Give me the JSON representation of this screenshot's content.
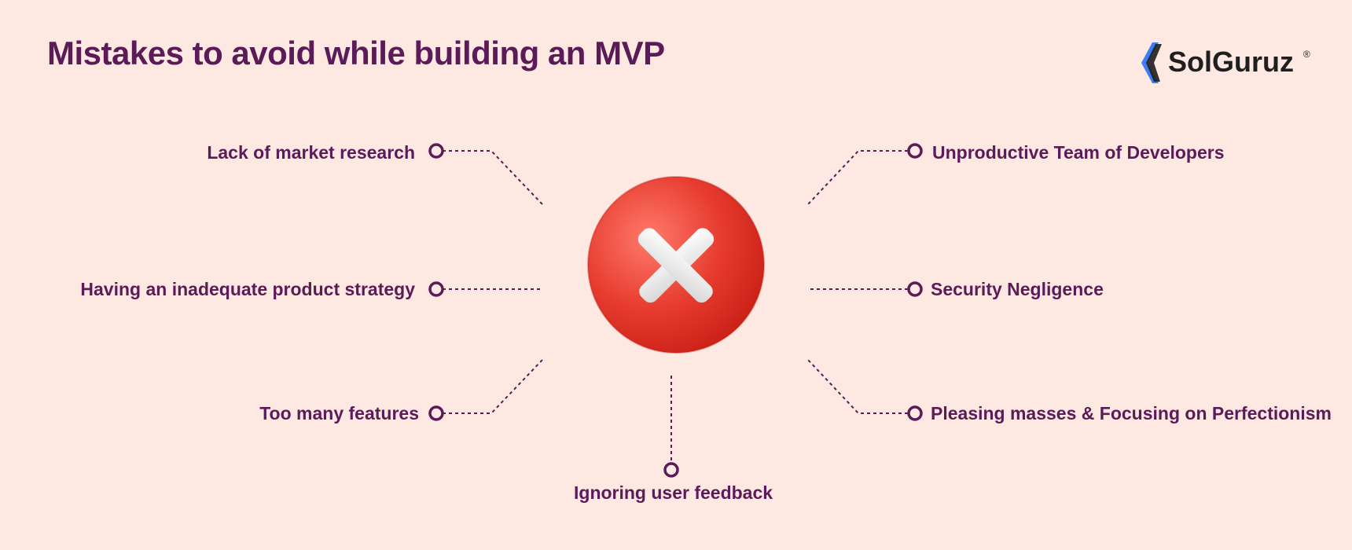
{
  "title": "Mistakes to avoid while building an MVP",
  "logo": {
    "text": "SolGuruz",
    "mark": "®"
  },
  "colors": {
    "background": "#fde9e2",
    "text": "#5b1a58",
    "line": "#5b1a58",
    "x_circle": "#e63b2e",
    "x_mark": "#ececec",
    "logo_blue": "#3d7cf5"
  },
  "center_icon": "x-mark-icon",
  "mistakes": {
    "left": [
      "Lack of market research",
      "Having an inadequate product strategy",
      "Too many features"
    ],
    "right": [
      "Unproductive Team of Developers",
      "Security Negligence",
      "Pleasing masses & Focusing on Perfectionism"
    ],
    "bottom": "Ignoring user feedback"
  }
}
